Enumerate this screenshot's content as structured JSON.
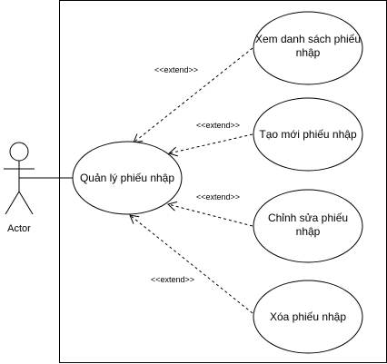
{
  "actor": {
    "name": "Actor"
  },
  "use_cases": {
    "main": {
      "lines": [
        "Quản lý phiếu nhập"
      ]
    },
    "view_list": {
      "lines": [
        "Xem danh sách phiếu",
        "nhập"
      ]
    },
    "create": {
      "lines": [
        "Tạo mới phiếu nhập"
      ]
    },
    "edit": {
      "lines": [
        "Chỉnh sửa phiếu",
        "nhập"
      ]
    },
    "delete": {
      "lines": [
        "Xóa phiếu nhập"
      ]
    }
  },
  "relations": {
    "view_list": "<<extend>>",
    "create": "<<extend>>",
    "edit": "<<extend>>",
    "delete": "<<extend>>"
  }
}
